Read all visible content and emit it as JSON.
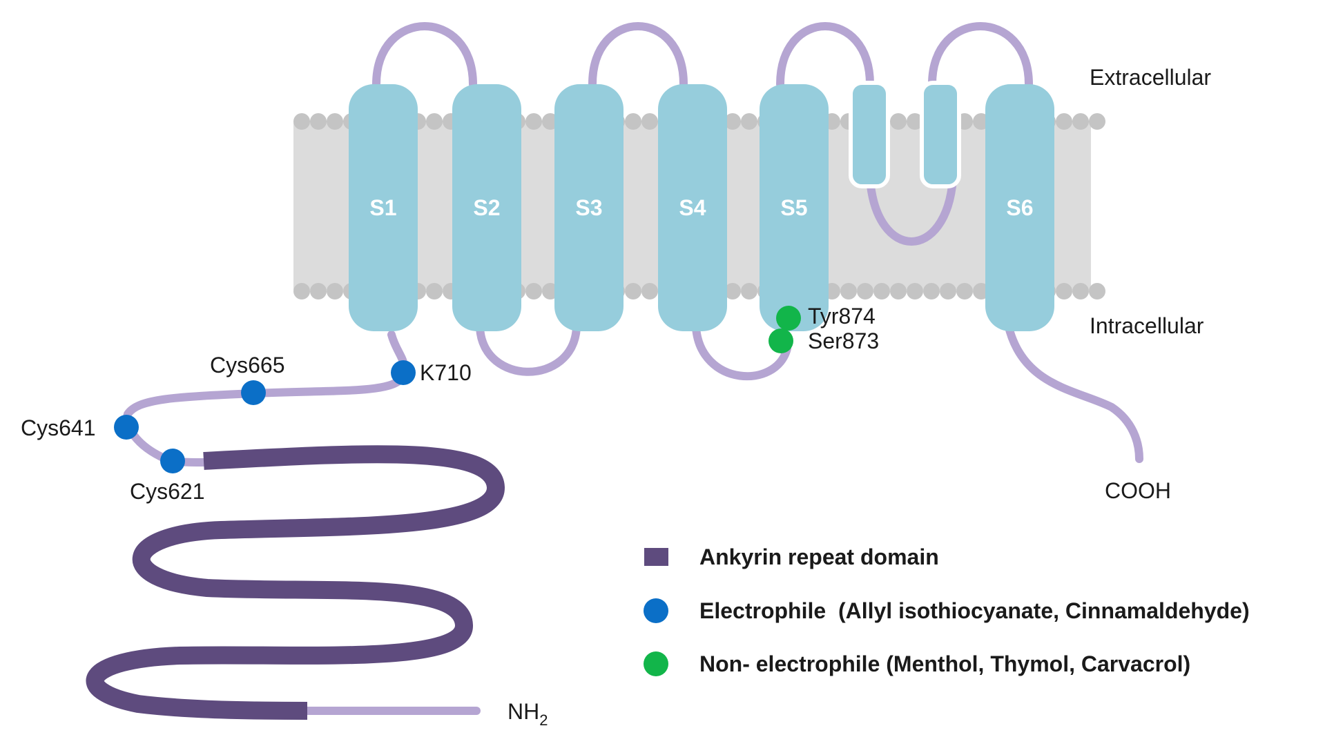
{
  "regions": {
    "extracellular": "Extracellular",
    "intracellular": "Intracellular"
  },
  "helices": [
    "S1",
    "S2",
    "S3",
    "S4",
    "S5",
    "S6"
  ],
  "termini": {
    "c_terminus": "COOH",
    "n_terminus_base": "NH",
    "n_terminus_sub": "2"
  },
  "sites": {
    "electrophile": [
      "Cys621",
      "Cys641",
      "Cys665",
      "K710"
    ],
    "non_electrophile": [
      "Tyr874",
      "Ser873"
    ]
  },
  "legend": {
    "ankyrin": "Ankyrin repeat domain",
    "electrophile": "Electrophile  (Allyl isothiocyanate, Cinnamaldehyde)",
    "non_electrophile": "Non- electrophile (Menthol, Thymol, Carvacrol)"
  },
  "colors": {
    "membrane": "#dcdcdc",
    "lipid_head": "#c4c4c4",
    "helix": "#96cddc",
    "loop": "#b5a5d2",
    "ankyrin": "#5e4b7e",
    "electrophile": "#0b6fc7",
    "non_electrophile": "#12b54a"
  }
}
